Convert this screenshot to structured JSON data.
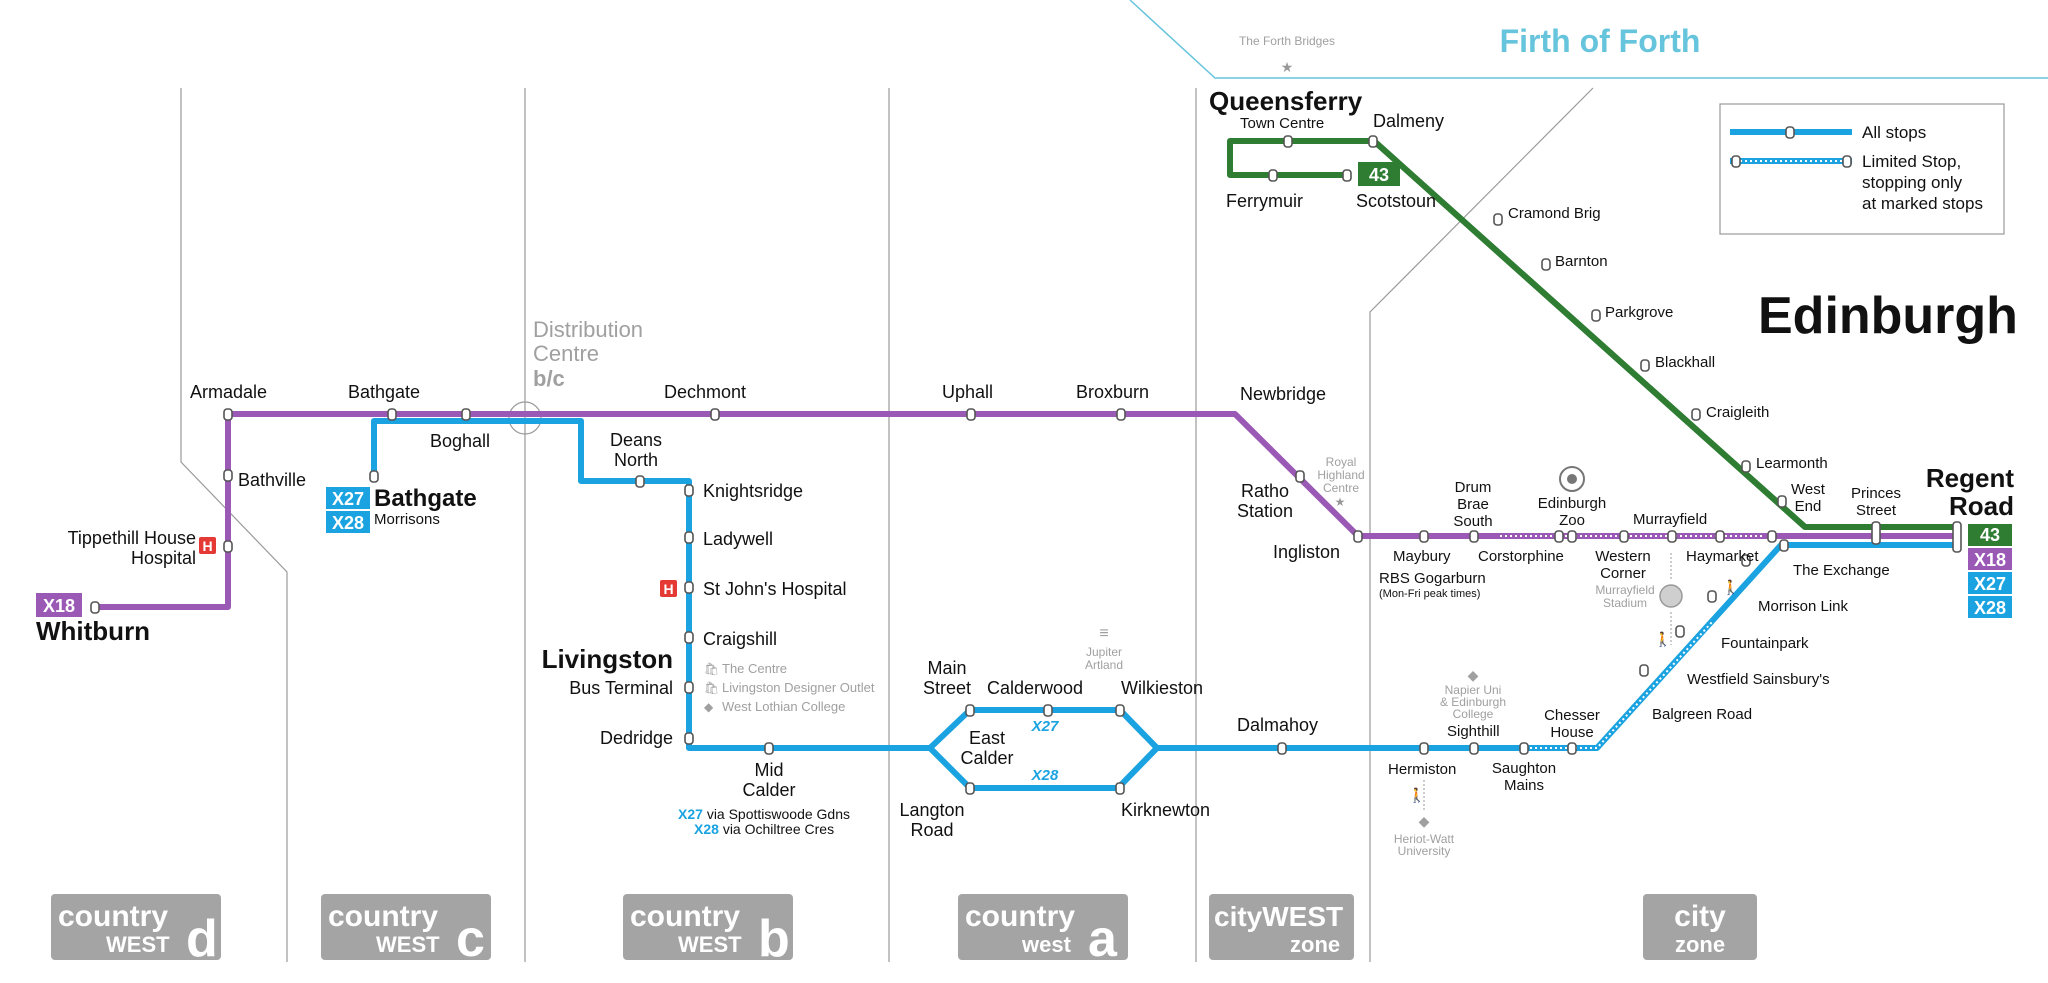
{
  "colors": {
    "purple": "#9b59b6",
    "blue": "#1aa3e0",
    "green": "#2e7d32",
    "hospital": "#e53935",
    "zone_grey": "#a4a4a4",
    "sea": "#66c5dc"
  },
  "sea": {
    "name": "Firth of Forth",
    "landmark": "The Forth Bridges"
  },
  "city": "Edinburgh",
  "legend": {
    "all_stops": "All stops",
    "limited_stop": "Limited Stop, stopping only at marked stops"
  },
  "distribution": {
    "name": "Distribution Centre",
    "zone": "b/c"
  },
  "routes": [
    "X18",
    "X27",
    "X28",
    "43"
  ],
  "stops": {
    "armadale": "Armadale",
    "bathgate": "Bathgate",
    "boghall": "Boghall",
    "bathville": "Bathville",
    "bathgate_morrisons": "Bathgate",
    "morrisons": "Morrisons",
    "tippethill": "Tippethill House Hospital",
    "whitburn": "Whitburn",
    "dechmont": "Dechmont",
    "deans_north": "Deans North",
    "knightsridge": "Knightsridge",
    "ladywell": "Ladywell",
    "st_johns": "St John's Hospital",
    "craigshill": "Craigshill",
    "livingston": "Livingston",
    "bus_terminal": "Bus Terminal",
    "dedridge": "Dedridge",
    "mid_calder": "Mid Calder",
    "uphall": "Uphall",
    "broxburn": "Broxburn",
    "main_street": "Main Street",
    "calderwood": "Calderwood",
    "east_calder": "East Calder",
    "langton_road": "Langton Road",
    "wilkieston": "Wilkieston",
    "kirknewton": "Kirknewton",
    "newbridge": "Newbridge",
    "ratho_station": "Ratho Station",
    "ingliston": "Ingliston",
    "dalmahoy": "Dalmahoy",
    "queensferry": "Queensferry",
    "town_centre": "Town Centre",
    "dalmeny": "Dalmeny",
    "ferrymuir": "Ferrymuir",
    "scotstoun": "Scotstoun",
    "cramond_brig": "Cramond Brig",
    "barnton": "Barnton",
    "parkgrove": "Parkgrove",
    "blackhall": "Blackhall",
    "craigleith": "Craigleith",
    "learmonth": "Learmonth",
    "west_end": "West End",
    "princes_street": "Princes Street",
    "regent_road": "Regent Road",
    "maybury": "Maybury",
    "rbs_gogarburn": "RBS Gogarburn",
    "rbs_note": "(Mon-Fri peak times)",
    "drum_brae_south": "Drum Brae South",
    "corstorphine": "Corstorphine",
    "edinburgh_zoo": "Edinburgh Zoo",
    "western_corner": "Western Corner",
    "murrayfield": "Murrayfield",
    "haymarket": "Haymarket",
    "the_exchange": "The Exchange",
    "morrison_link": "Morrison Link",
    "fountainpark": "Fountainpark",
    "westfield": "Westfield Sainsbury's",
    "balgreen_road": "Balgreen Road",
    "chesser_house": "Chesser House",
    "saughton_mains": "Saughton Mains",
    "sighthill": "Sighthill",
    "hermiston": "Hermiston"
  },
  "poi": {
    "the_centre": "The Centre",
    "designer_outlet": "Livingston Designer Outlet",
    "west_lothian_college": "West Lothian College",
    "jupiter_artland": "Jupiter Artland",
    "royal_highland": "Royal Highland Centre",
    "murrayfield_stadium": "Murrayfield Stadium",
    "napier": "Napier Uni & Edinburgh College",
    "heriot_watt": "Heriot-Watt University"
  },
  "notes": {
    "x27_mid": "via Spottiswoode Gdns",
    "x28_mid": "via Ochiltree Cres"
  },
  "zones": [
    {
      "top": "country",
      "bottom": "WEST",
      "letter": "d"
    },
    {
      "top": "country",
      "bottom": "WEST",
      "letter": "c"
    },
    {
      "top": "country",
      "bottom": "WEST",
      "letter": "b"
    },
    {
      "top": "country",
      "bottom": "west",
      "letter": "a"
    },
    {
      "top": "cityWEST",
      "bottom": "zone",
      "letter": ""
    },
    {
      "top": "city",
      "bottom": "zone",
      "letter": ""
    }
  ]
}
